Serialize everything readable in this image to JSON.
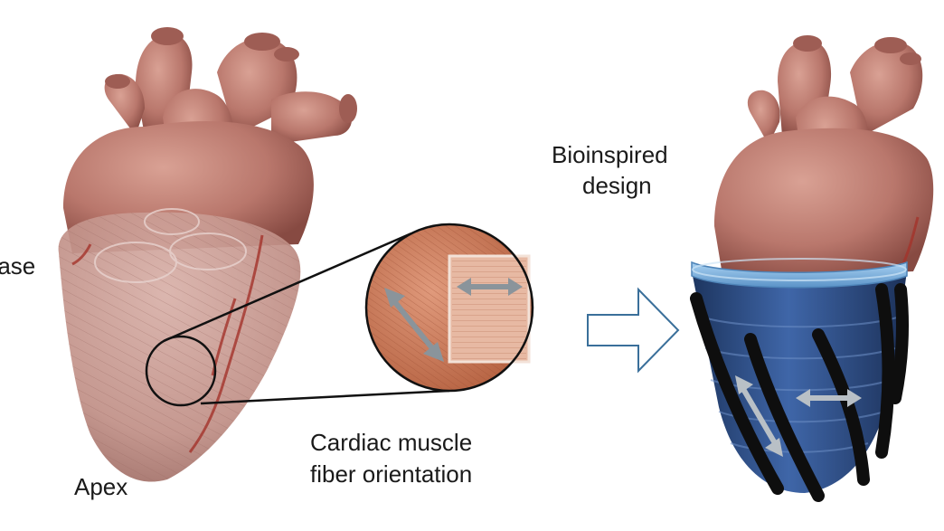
{
  "labels": {
    "base": "Base",
    "apex": "Apex",
    "fiber_line1": "Cardiac muscle",
    "fiber_line2": "fiber orientation",
    "design_line1": "Bioinspired",
    "design_line2": "design"
  },
  "colors": {
    "heart": "#b9776c",
    "heart_dark": "#8f5048",
    "heart_light": "#d79a8e",
    "fiber_tissue": "#c8775a",
    "arrow_gray": "#8a949b",
    "sleeve_blue": "#2e4f8c",
    "sleeve_rim": "#79b1e0",
    "actuator_black": "#111111",
    "outline_arrow": "#3a6f9a"
  }
}
